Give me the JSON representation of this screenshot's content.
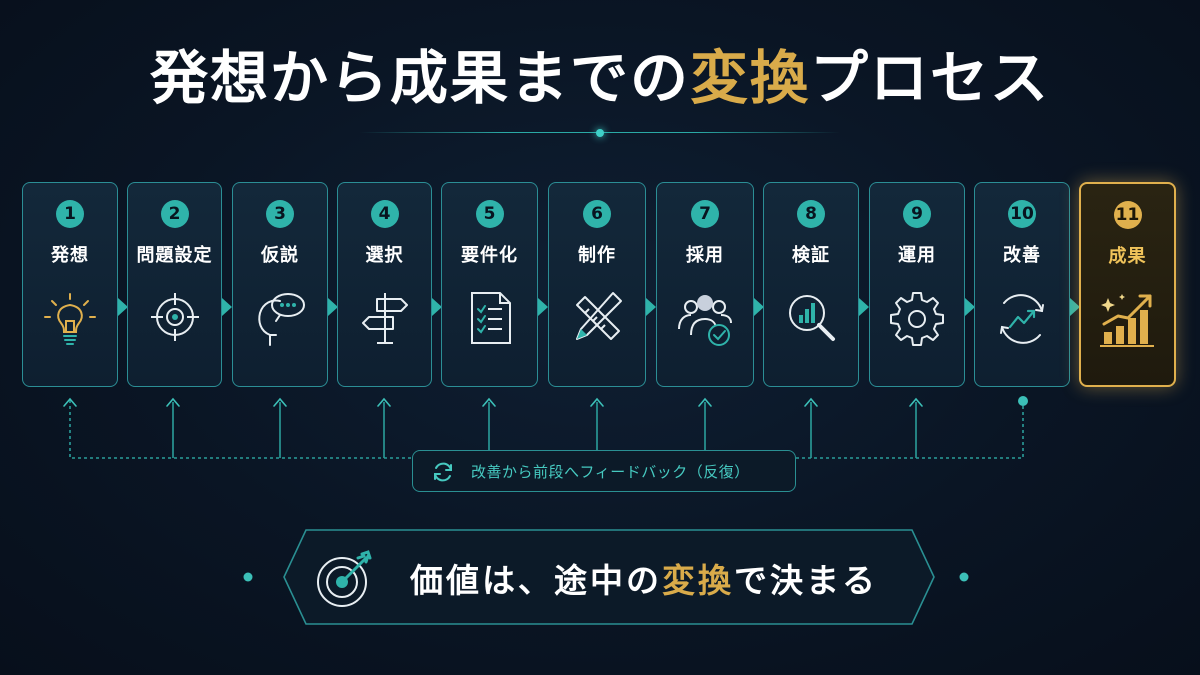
{
  "title": {
    "before": "発想から成果までの",
    "highlight": "変換",
    "after": "プロセス"
  },
  "steps": [
    {
      "num": "1",
      "label": "発想",
      "icon": "lightbulb-icon"
    },
    {
      "num": "2",
      "label": "問題設定",
      "icon": "crosshair-icon"
    },
    {
      "num": "3",
      "label": "仮説",
      "icon": "head-thought-icon"
    },
    {
      "num": "4",
      "label": "選択",
      "icon": "signpost-icon"
    },
    {
      "num": "5",
      "label": "要件化",
      "icon": "checklist-icon"
    },
    {
      "num": "6",
      "label": "制作",
      "icon": "pencil-ruler-icon"
    },
    {
      "num": "7",
      "label": "採用",
      "icon": "people-check-icon"
    },
    {
      "num": "8",
      "label": "検証",
      "icon": "magnifier-chart-icon"
    },
    {
      "num": "9",
      "label": "運用",
      "icon": "gear-icon"
    },
    {
      "num": "10",
      "label": "改善",
      "icon": "cycle-trend-icon"
    },
    {
      "num": "11",
      "label": "成果",
      "icon": "growth-bars-icon"
    }
  ],
  "feedback": {
    "label": "改善から前段へフィードバック（反復）",
    "icon": "refresh-icon"
  },
  "banner": {
    "before": "価値は、途中の",
    "highlight": "変換",
    "after": "で決まる",
    "icon": "target-arrow-icon"
  },
  "colors": {
    "accent": "#2fb3aa",
    "gold": "#e0b04d",
    "background": "#0a1524"
  }
}
